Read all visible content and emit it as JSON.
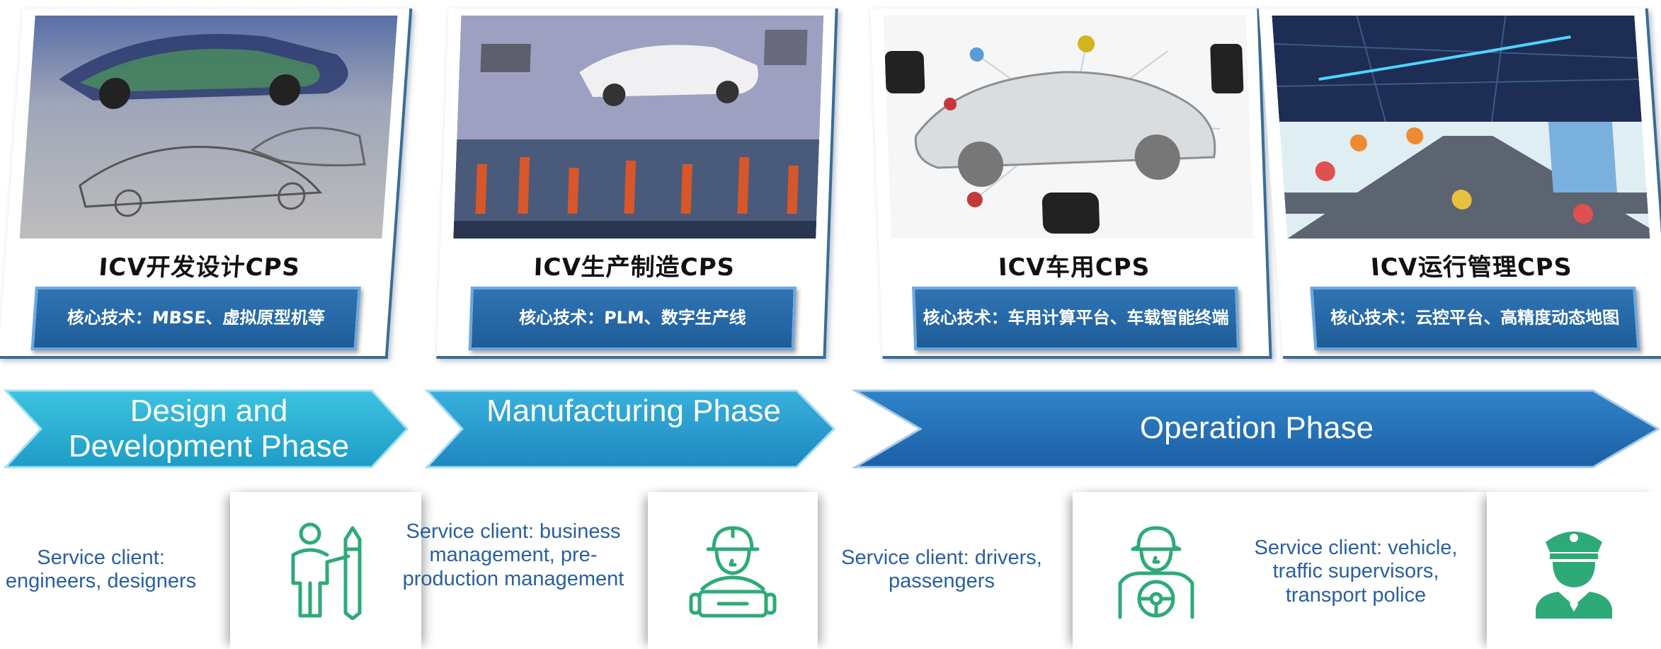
{
  "cards": [
    {
      "title": "ICV开发设计CPS",
      "tech": "核心技术：MBSE、虚拟原型机等",
      "image": "car-design-sketch"
    },
    {
      "title": "ICV生产制造CPS",
      "tech": "核心技术：PLM、数字生产线",
      "image": "car-factory-robots"
    },
    {
      "title": "ICV车用CPS",
      "tech": "核心技术：车用计算平台、车载智能终端",
      "image": "connected-car"
    },
    {
      "title": "ICV运行管理CPS",
      "tech": "核心技术：云控平台、高精度动态地图",
      "image": "smart-city-traffic"
    }
  ],
  "phases": [
    {
      "label": "Design and Development Phase",
      "color": "#2aaed0"
    },
    {
      "label": "Manufacturing Phase",
      "color": "#2a9ccc"
    },
    {
      "label": "Operation Phase",
      "color": "#2570b8"
    }
  ],
  "services": [
    {
      "text": "Service client: engineers, designers",
      "icon": "engineer-icon"
    },
    {
      "text": "Service client: business management, pre-production management",
      "icon": "factory-worker-icon"
    },
    {
      "text": "Service client: drivers, passengers",
      "icon": "driver-icon"
    },
    {
      "text": "Service client: vehicle, traffic supervisors, transport police",
      "icon": "police-icon"
    }
  ],
  "colors": {
    "icon_green": "#2eaa78",
    "service_text": "#2a5fa0",
    "band_blue": "#2f74b5"
  }
}
